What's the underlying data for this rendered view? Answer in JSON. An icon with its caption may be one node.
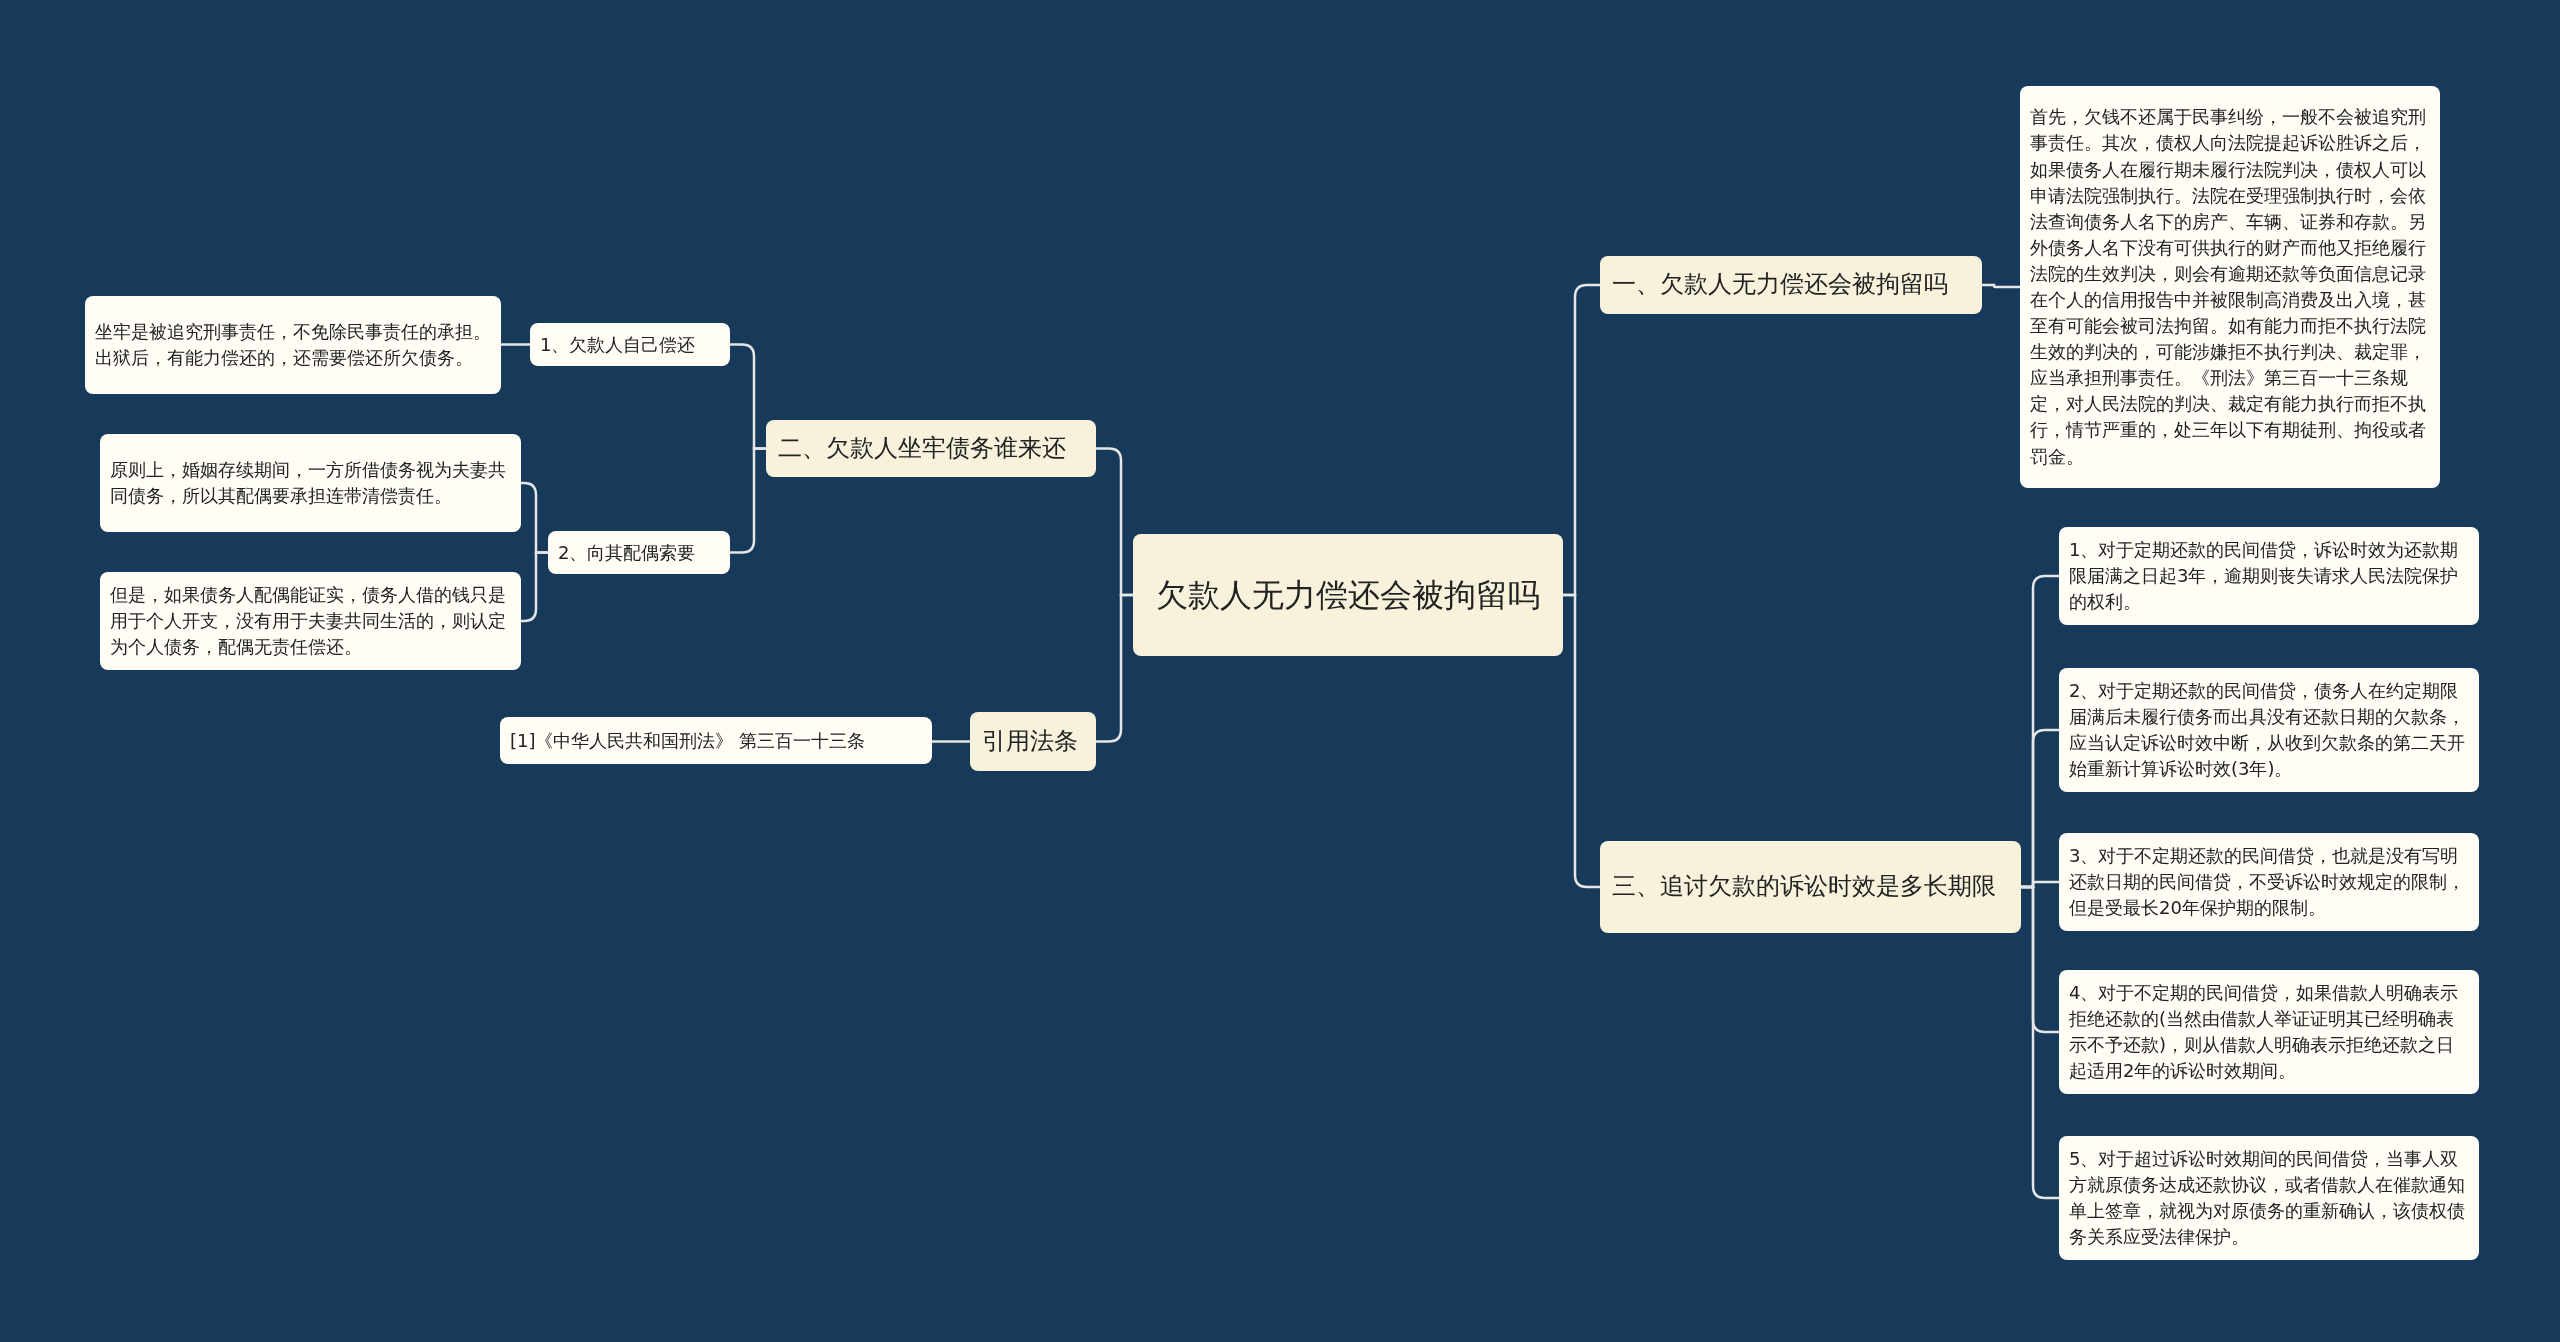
{
  "diagram": {
    "nodes": [
      {
        "text": [
          "欠款人无力偿还会被拘留吗"
        ]
      },
      {
        "text": [
          "一、欠款人无力偿还会被拘留吗"
        ]
      },
      {
        "text": [
          "首先，欠钱不还属于民事纠纷，一般不会被追究刑事责任。其次，债权人向法院提起诉讼胜诉之后，如果债务人在履行期未履行法院判决，债权人可以申请法院强制执行。法院在受理强制执行时，会依法查询债务人名下的房产、车辆、证券和存款。另外债务人名下没有可供执行的财产而他又拒绝履行法院的生效判决，则会有逾期还款等负面信息记录在个人的信用报告中并被限制高消费及出入境，甚至有可能会被司法拘留。如有能力而拒不执行法院生效的判决的，可能涉嫌拒不执行判决、裁定罪，应当承担刑事责任。《刑法》第三百一十三条规定，对人民法院的判决、裁定有能力执行而拒不执行，情节严重的，处三年以下有期徒刑、拘役或者罚金。"
        ]
      },
      {
        "text": [
          "三、追讨欠款的诉讼时效是多长期限"
        ]
      },
      {
        "text": [
          "1、对于定期还款的民间借贷，诉讼时效为还款期限届满之日起3年，逾期则丧失请求人民法院保护的权利。"
        ]
      },
      {
        "text": [
          "2、对于定期还款的民间借贷，债务人在约定期限届满后未履行债务而出具没有还款日期的欠款条，应当认定诉讼时效中断，从收到欠款条的第二天开始重新计算诉讼时效(3年)。"
        ]
      },
      {
        "text": [
          "3、对于不定期还款的民间借贷，也就是没有写明还款日期的民间借贷，不受诉讼时效规定的限制，但是受最长20年保护期的限制。"
        ]
      },
      {
        "text": [
          "4、对于不定期的民间借贷，如果借款人明确表示拒绝还款的(当然由借款人举证证明其已经明确表示不予还款)，则从借款人明确表示拒绝还款之日起适用2年的诉讼时效期间。"
        ]
      },
      {
        "text": [
          "5、对于超过诉讼时效期间的民间借贷，当事人双方就原债务达成还款协议，或者借款人在催款通知单上签章，就视为对原债务的重新确认，该债权债务关系应受法律保护。"
        ]
      },
      {
        "text": [
          "二、欠款人坐牢债务谁来还"
        ]
      },
      {
        "text": [
          "1、欠款人自己偿还"
        ]
      },
      {
        "text": [
          "坐牢是被追究刑事责任，不免除民事责任的承担。出狱后，有能力偿还的，还需要偿还所欠债务。"
        ]
      },
      {
        "text": [
          "2、向其配偶索要"
        ]
      },
      {
        "text": [
          "原则上，婚姻存续期间，一方所借债务视为夫妻共同债务，所以其配偶要承担连带清偿责任。"
        ]
      },
      {
        "text": [
          "但是，如果债务人配偶能证实，债务人借的钱只是用于个人开支，没有用于夫妻共同生活的，则认定为个人债务，配偶无责任偿还。"
        ]
      },
      {
        "text": [
          "引用法条"
        ]
      },
      {
        "text": [
          "[1]《中华人民共和国刑法》 第三百一十三条"
        ]
      }
    ],
    "edges": [
      {
        "from": 0,
        "to": 1,
        "arrow": "none"
      },
      {
        "from": 1,
        "to": 2,
        "arrow": "none"
      },
      {
        "from": 0,
        "to": 3,
        "arrow": "none"
      },
      {
        "from": 3,
        "to": 4,
        "arrow": "none"
      },
      {
        "from": 3,
        "to": 5,
        "arrow": "none"
      },
      {
        "from": 3,
        "to": 6,
        "arrow": "none"
      },
      {
        "from": 3,
        "to": 7,
        "arrow": "none"
      },
      {
        "from": 3,
        "to": 8,
        "arrow": "none"
      },
      {
        "from": 0,
        "to": 9,
        "arrow": "none"
      },
      {
        "from": 9,
        "to": 10,
        "arrow": "none"
      },
      {
        "from": 10,
        "to": 11,
        "arrow": "none"
      },
      {
        "from": 9,
        "to": 12,
        "arrow": "none"
      },
      {
        "from": 12,
        "to": 13,
        "arrow": "none"
      },
      {
        "from": 12,
        "to": 14,
        "arrow": "none"
      },
      {
        "from": 0,
        "to": 15,
        "arrow": "none"
      },
      {
        "from": 15,
        "to": 16,
        "arrow": "none"
      }
    ]
  }
}
